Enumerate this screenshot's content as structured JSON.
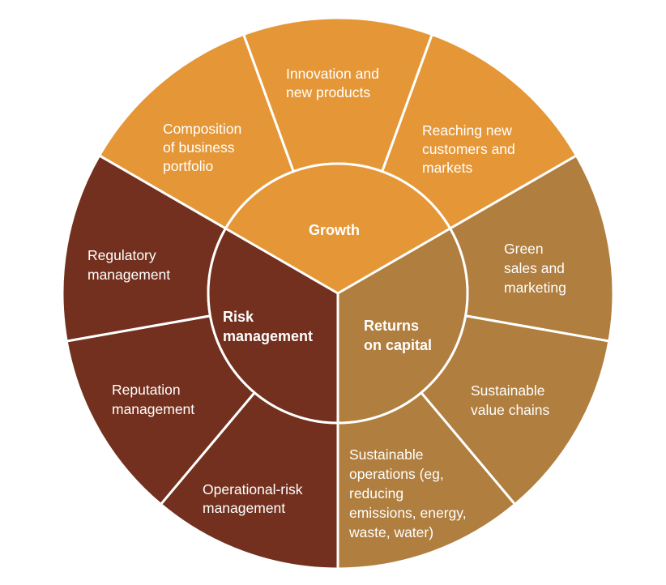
{
  "colors": {
    "growth": "#E59737",
    "returns": "#B07E3E",
    "risk": "#73301E",
    "divider": "#ffffff"
  },
  "core": {
    "growth": "Growth",
    "returns": [
      "Returns",
      "on capital"
    ],
    "risk": [
      "Risk",
      "management"
    ]
  },
  "segments": {
    "composition": [
      "Composition",
      "of business",
      "portfolio"
    ],
    "innovation": [
      "Innovation and",
      "new products"
    ],
    "reaching": [
      "Reaching new",
      "customers and",
      "markets"
    ],
    "green": [
      "Green",
      "sales and",
      "marketing"
    ],
    "value_chains": [
      "Sustainable",
      "value chains"
    ],
    "operations": [
      "Sustainable",
      "operations (eg,",
      "reducing",
      "emissions, energy,",
      "waste, water)"
    ],
    "operational_risk": [
      "Operational-risk",
      "management"
    ],
    "reputation": [
      "Reputation",
      "management"
    ],
    "regulatory": [
      "Regulatory",
      "management"
    ]
  }
}
